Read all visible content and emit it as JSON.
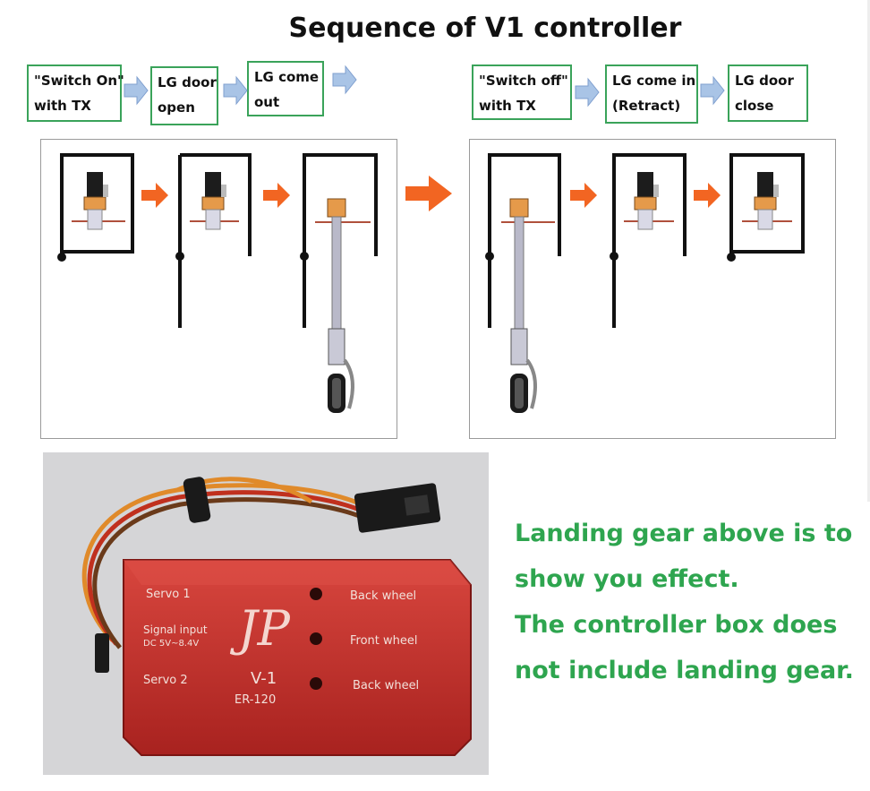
{
  "title": "Sequence of V1 controller",
  "sequence_on": {
    "steps": [
      {
        "line1": "\"Switch On\"",
        "line2": "with  TX"
      },
      {
        "line1": "LG door",
        "line2": "open"
      },
      {
        "line1": "LG come",
        "line2": "out"
      }
    ]
  },
  "sequence_off": {
    "steps": [
      {
        "line1": "\"Switch off\"",
        "line2": "with TX"
      },
      {
        "line1": "LG come in",
        "line2": "(Retract)"
      },
      {
        "line1": "LG door",
        "line2": "close"
      }
    ]
  },
  "note": {
    "line1": "Landing gear above is to",
    "line2": "show you effect.",
    "line3": "The controller box does",
    "line4": "not include landing gear."
  },
  "controller": {
    "logo": "JP",
    "model": "V-1",
    "code": "ER-120",
    "left_labels": [
      "Servo 1",
      "Signal input",
      "DC 5V~8.4V",
      "Servo 2"
    ],
    "right_labels": [
      "Back wheel",
      "Front wheel",
      "Back wheel"
    ]
  },
  "colors": {
    "step_border": "#3aa35a",
    "arrow_orange": "#f26522",
    "arrow_blue": "#a9c4e6",
    "note_green": "#2ea54f",
    "controller_red": "#c9302c"
  }
}
